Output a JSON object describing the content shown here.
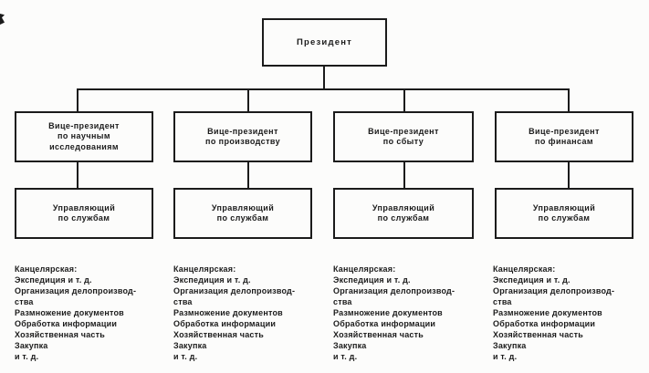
{
  "colors": {
    "ink": "#1b1b1b",
    "paper": "#fcfcfb"
  },
  "chart": {
    "type": "org-chart",
    "president": "Президент",
    "branches": [
      {
        "vp": "Вице-президент\nпо научным\nисследованиям",
        "manager": "Управляющий\nпо службам",
        "services": [
          "Канцелярская:",
          "Экспедиция и т. д.",
          "Организация делопроизвод-\nства",
          "Размножение документов",
          "Обработка информации",
          "Хозяйственная часть",
          "Закупка",
          "и т. д."
        ]
      },
      {
        "vp": "Вице-президент\nпо производству",
        "manager": "Управляющий\nпо службам",
        "services": [
          "Канцелярская:",
          "Экспедиция и т. д.",
          "Организация делопроизвод-\nства",
          "Размножение документов",
          "Обработка информации",
          "Хозяйственная часть",
          "Закупка",
          "и т. д."
        ]
      },
      {
        "vp": "Вице-президент\nпо сбыту",
        "manager": "Управляющий\nпо службам",
        "services": [
          "Канцелярская:",
          "Экспедиция и т. д.",
          "Организация делопроизвод-\nства",
          "Размножение документов",
          "Обработка информации",
          "Хозяйственная часть",
          "Закупка",
          "и т. д."
        ]
      },
      {
        "vp": "Вице-президент\nпо финансам",
        "manager": "Управляющий\nпо службам",
        "services": [
          "Канцелярская:",
          "Экспедиция и т. д.",
          "Организация делопроизвод-\nства",
          "Размножение документов",
          "Обработка информации",
          "Хозяйственная часть",
          "Закупка",
          "и т. д."
        ]
      }
    ]
  }
}
